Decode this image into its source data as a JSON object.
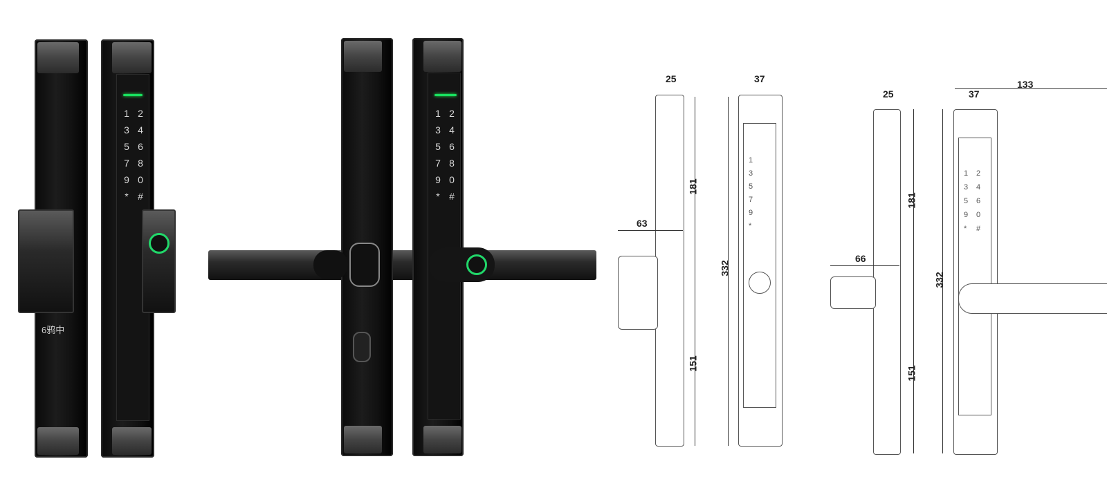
{
  "product_photos": {
    "keypad_keys": [
      "1",
      "2",
      "3",
      "4",
      "5",
      "6",
      "7",
      "8",
      "9",
      "0",
      "*",
      "#"
    ],
    "back_panel_label": "6鸦中",
    "led_color": "#19e060"
  },
  "drawing_left": {
    "dims": {
      "side_depth": "25",
      "front_width": "37",
      "upper_height": "181",
      "total_height": "332",
      "lower_height": "151",
      "handle_projection": "63"
    },
    "keypad_keys": [
      "1",
      "3",
      "5",
      "7",
      "9",
      "*"
    ]
  },
  "drawing_right": {
    "dims": {
      "side_depth": "25",
      "front_width": "37",
      "handle_length": "133",
      "upper_height": "181",
      "total_height": "332",
      "lower_height": "151",
      "handle_projection": "66"
    },
    "keypad_keys": [
      "1",
      "2",
      "3",
      "4",
      "5",
      "6",
      "9",
      "0",
      "*",
      "#"
    ]
  }
}
